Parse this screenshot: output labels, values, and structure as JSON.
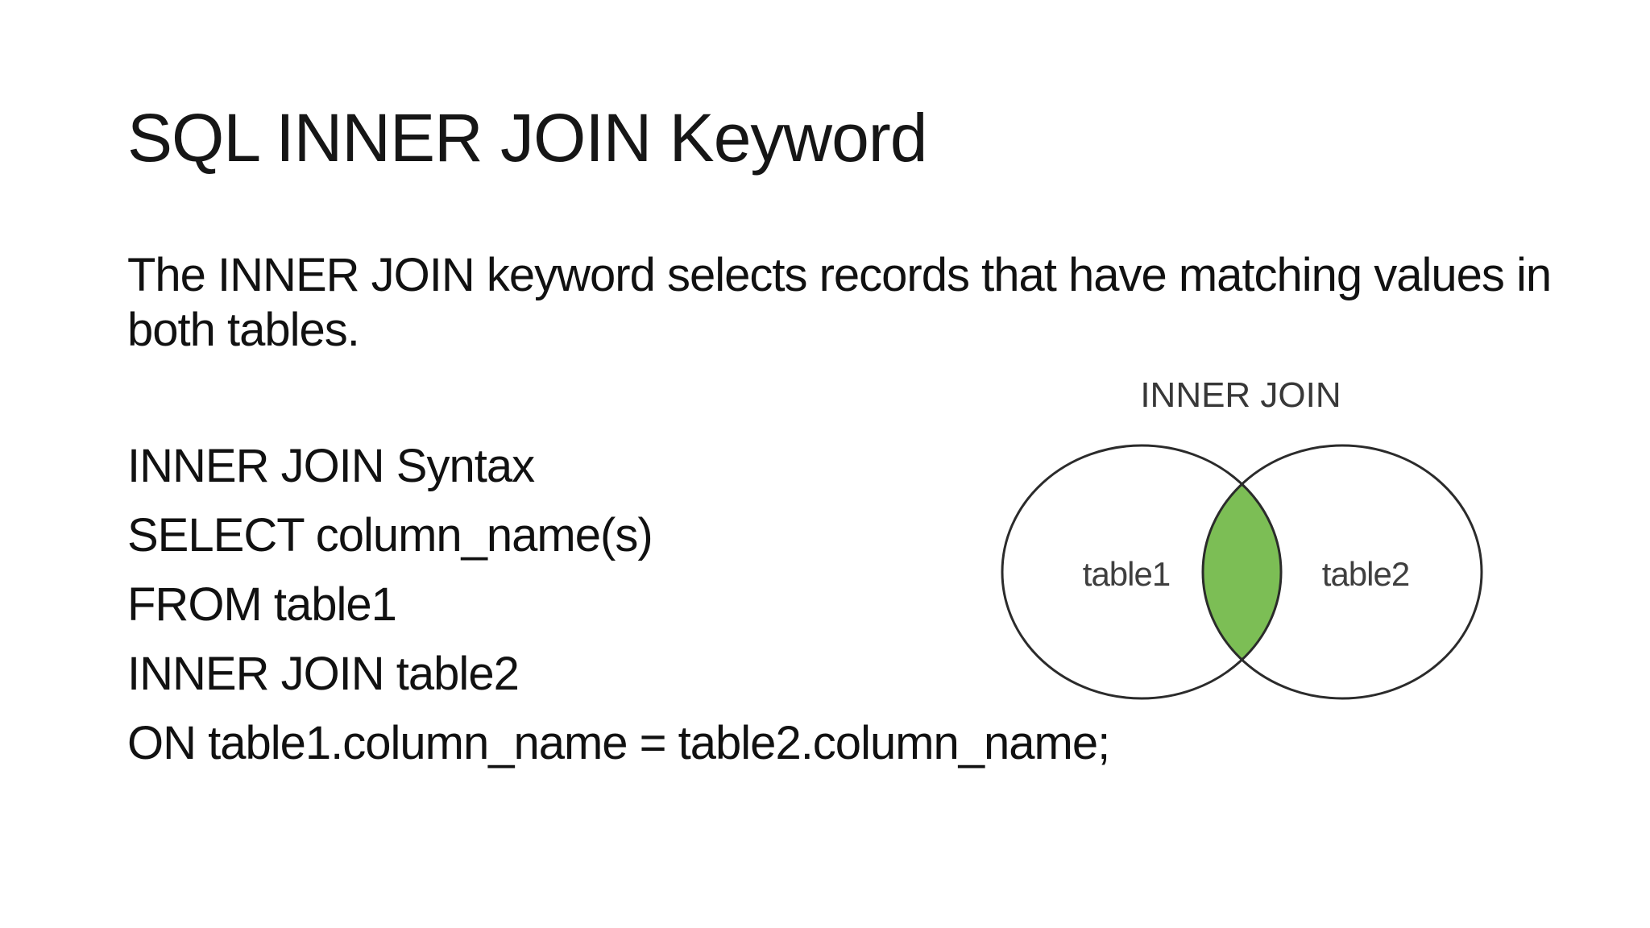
{
  "slide": {
    "title": "SQL INNER JOIN Keyword",
    "body_lines": [
      "The INNER JOIN keyword selects records that have matching values in",
      "both tables."
    ],
    "syntax_lines": [
      "INNER JOIN Syntax",
      "SELECT column_name(s)",
      "FROM table1",
      "INNER JOIN table2",
      "ON table1.column_name = table2.column_name;"
    ]
  },
  "diagram": {
    "title": "INNER JOIN",
    "left_label": "table1",
    "right_label": "table2",
    "intersection_color": "#7cbe55",
    "circle_stroke_color": "#2b2b2b",
    "label_color": "#3f3f3f",
    "background_color": "#ffffff"
  }
}
